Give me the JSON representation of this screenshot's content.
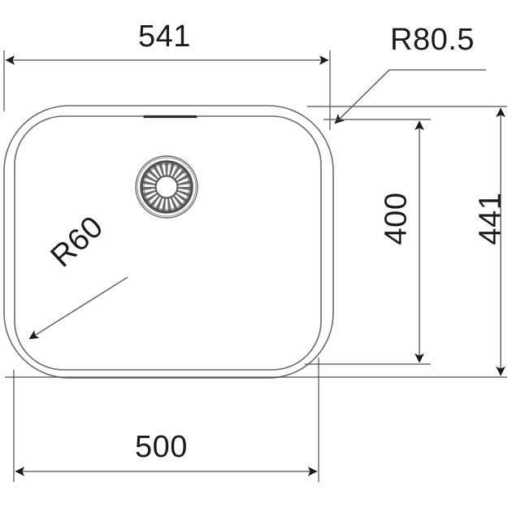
{
  "drawing": {
    "title": "Kitchen sink technical dimension drawing",
    "unit": "mm",
    "line_color": "#4d4d4d",
    "text_color": "#1b1b1b",
    "background_color": "#ffffff"
  },
  "dimensions": {
    "overall_width": {
      "label": "541",
      "name": "outer-rim-width",
      "orientation": "horizontal",
      "position": "top"
    },
    "corner_radius_outer": {
      "label": "R80.5",
      "name": "outer-corner-radius",
      "orientation": "leader",
      "position": "top-right"
    },
    "bowl_height": {
      "label": "400",
      "name": "bowl-inner-height",
      "orientation": "vertical",
      "position": "right-inner"
    },
    "overall_height": {
      "label": "441",
      "name": "outer-rim-height",
      "orientation": "vertical",
      "position": "right-outer"
    },
    "bowl_width": {
      "label": "500",
      "name": "bowl-inner-width",
      "orientation": "horizontal",
      "position": "bottom"
    },
    "corner_radius_inner": {
      "label": "R60",
      "name": "inner-corner-radius",
      "orientation": "leader",
      "position": "bottom-left"
    }
  },
  "parts": {
    "outer_rim": "outer-rim-outline",
    "inner_bowl": "inner-bowl-outline",
    "drain": "drain-strainer",
    "overflow": "overflow-slot"
  }
}
